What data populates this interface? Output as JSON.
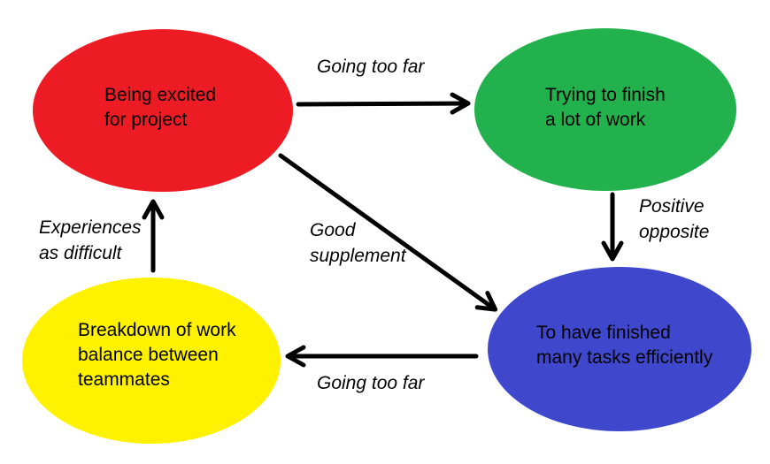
{
  "diagram": {
    "background_color": "#ffffff",
    "text_color": "#000000",
    "arrow_color": "#000000",
    "nodes": [
      {
        "id": "being-excited",
        "label": "Being excited\nfor project",
        "color": "#ed1c24",
        "shape": "ellipse"
      },
      {
        "id": "trying-to-finish",
        "label": "Trying to finish\na lot of work",
        "color": "#22b14c",
        "shape": "ellipse"
      },
      {
        "id": "finished-tasks",
        "label": "To have finished\nmany tasks efficiently",
        "color": "#3f48cc",
        "shape": "ellipse"
      },
      {
        "id": "work-breakdown",
        "label": "Breakdown of work\nbalance between\nteammates",
        "color": "#fff200",
        "shape": "ellipse"
      }
    ],
    "edges": [
      {
        "from": "being-excited",
        "to": "trying-to-finish",
        "label": "Going too far"
      },
      {
        "from": "trying-to-finish",
        "to": "finished-tasks",
        "label": "Positive\nopposite"
      },
      {
        "from": "being-excited",
        "to": "finished-tasks",
        "label": "Good\nsupplement"
      },
      {
        "from": "finished-tasks",
        "to": "work-breakdown",
        "label": "Going too far"
      },
      {
        "from": "work-breakdown",
        "to": "being-excited",
        "label": "Experiences\nas difficult"
      }
    ]
  }
}
